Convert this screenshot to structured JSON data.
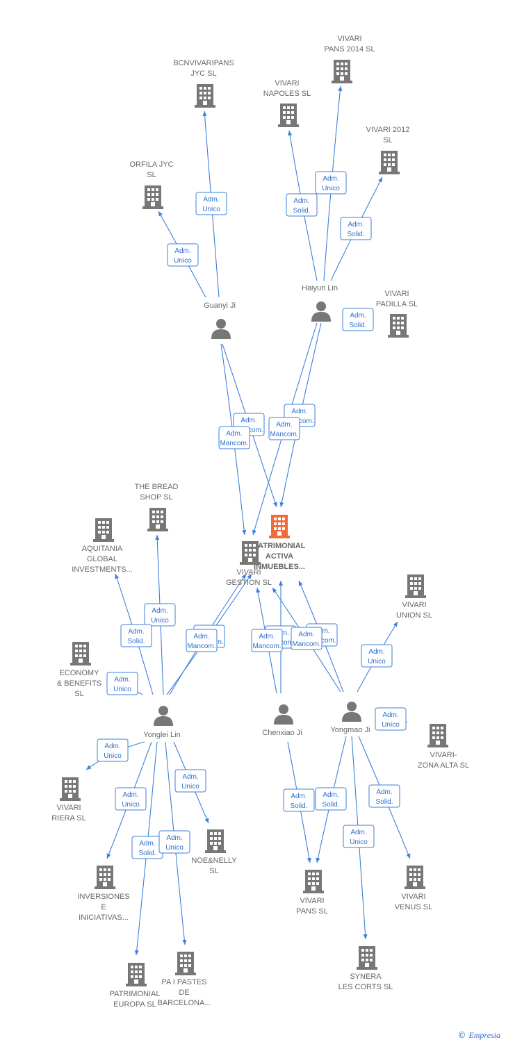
{
  "colors": {
    "company": "#777777",
    "focus": "#f26b3a",
    "person": "#777777",
    "edge": "#3d7fd9"
  },
  "nodes": [
    {
      "id": "patrimonial_activa",
      "type": "company",
      "focus": true,
      "label": [
        "PATRIMONIAL",
        "ACTIVA",
        "INMUEBLES..."
      ]
    },
    {
      "id": "vivari_gestion",
      "type": "company",
      "label": [
        "VIVARI",
        "GESTION  SL"
      ]
    },
    {
      "id": "guanyi_ji",
      "type": "person",
      "label": [
        "Guanyi Ji"
      ]
    },
    {
      "id": "haiyun_lin",
      "type": "person",
      "label": [
        "Haiyun Lin"
      ]
    },
    {
      "id": "yonglei_lin",
      "type": "person",
      "label": [
        "Yonglei Lin"
      ]
    },
    {
      "id": "chenxiao_ji",
      "type": "person",
      "label": [
        "Chenxiao Ji"
      ]
    },
    {
      "id": "yongmao_ji",
      "type": "person",
      "label": [
        "Yongmao Ji"
      ]
    },
    {
      "id": "bcnvivaripans",
      "type": "company",
      "label": [
        "BCNVIVARIPANS",
        "JYC  SL"
      ]
    },
    {
      "id": "orfila_jyc",
      "type": "company",
      "label": [
        "ORFILA JYC",
        "SL"
      ]
    },
    {
      "id": "vivari_pans_2014",
      "type": "company",
      "label": [
        "VIVARI",
        "PANS 2014  SL"
      ]
    },
    {
      "id": "vivari_napoles",
      "type": "company",
      "label": [
        "VIVARI",
        "NAPOLES  SL"
      ]
    },
    {
      "id": "vivari_2012",
      "type": "company",
      "label": [
        "VIVARI 2012",
        "SL"
      ]
    },
    {
      "id": "vivari_padilla",
      "type": "company",
      "label": [
        "VIVARI",
        "PADILLA  SL"
      ]
    },
    {
      "id": "the_bread_shop",
      "type": "company",
      "label": [
        "THE BREAD",
        "SHOP  SL"
      ]
    },
    {
      "id": "aquitania",
      "type": "company",
      "label": [
        "AQUITANIA",
        "GLOBAL",
        "INVESTMENTS..."
      ]
    },
    {
      "id": "economy_benefits",
      "type": "company",
      "label": [
        "ECONOMY",
        "& BENEFITS",
        "SL"
      ]
    },
    {
      "id": "vivari_union",
      "type": "company",
      "label": [
        "VIVARI",
        "UNION  SL"
      ]
    },
    {
      "id": "vivari_zona_alta",
      "type": "company",
      "label": [
        "VIVARI-",
        "ZONA ALTA  SL"
      ]
    },
    {
      "id": "vivari_riera",
      "type": "company",
      "label": [
        "VIVARI",
        "RIERA  SL"
      ]
    },
    {
      "id": "noe_nelly",
      "type": "company",
      "label": [
        "NOE&NELLY",
        "SL"
      ]
    },
    {
      "id": "inversiones",
      "type": "company",
      "label": [
        "INVERSIONES",
        "E",
        "INICIATIVAS..."
      ]
    },
    {
      "id": "patrimonial_europa",
      "type": "company",
      "label": [
        "PATRIMONIAL",
        "EUROPA  SL"
      ]
    },
    {
      "id": "pa_i_pastes",
      "type": "company",
      "label": [
        "PA I PASTES",
        "DE",
        "BARCELONA..."
      ]
    },
    {
      "id": "vivari_pans",
      "type": "company",
      "label": [
        "VIVARI",
        "PANS SL"
      ]
    },
    {
      "id": "synera",
      "type": "company",
      "label": [
        "SYNERA",
        "LES CORTS  SL"
      ]
    },
    {
      "id": "vivari_venus",
      "type": "company",
      "label": [
        "VIVARI",
        "VENUS  SL"
      ]
    }
  ],
  "edges": [
    {
      "from": "guanyi_ji",
      "to": "bcnvivaripans",
      "label": [
        "Adm.",
        "Unico"
      ]
    },
    {
      "from": "guanyi_ji",
      "to": "orfila_jyc",
      "label": [
        "Adm.",
        "Unico"
      ]
    },
    {
      "from": "haiyun_lin",
      "to": "vivari_pans_2014",
      "label": [
        "Adm.",
        "Unico"
      ]
    },
    {
      "from": "haiyun_lin",
      "to": "vivari_napoles",
      "label": [
        "Adm.",
        "Solid."
      ]
    },
    {
      "from": "haiyun_lin",
      "to": "vivari_2012",
      "label": [
        "Adm.",
        "Solid."
      ]
    },
    {
      "from": "haiyun_lin",
      "to": "vivari_padilla",
      "label": [
        "Adm.",
        "Solid."
      ]
    },
    {
      "from": "guanyi_ji",
      "to": "patrimonial_activa",
      "label": [
        "Adm.",
        "Mancom."
      ]
    },
    {
      "from": "guanyi_ji",
      "to": "vivari_gestion",
      "label": [
        "Adm.",
        "Mancom."
      ]
    },
    {
      "from": "haiyun_lin",
      "to": "patrimonial_activa",
      "label": [
        "Adm.",
        "Mancom."
      ]
    },
    {
      "from": "haiyun_lin",
      "to": "vivari_gestion",
      "label": [
        "Adm.",
        "Mancom."
      ]
    },
    {
      "from": "yonglei_lin",
      "to": "the_bread_shop",
      "label": [
        "Adm.",
        "Unico"
      ]
    },
    {
      "from": "yonglei_lin",
      "to": "aquitania",
      "label": [
        "Adm.",
        "Solid."
      ]
    },
    {
      "from": "yonglei_lin",
      "to": "economy_benefits",
      "label": [
        "Adm.",
        "Unico"
      ]
    },
    {
      "from": "yonglei_lin",
      "to": "patrimonial_activa",
      "label": [
        "Adm.",
        "Mancom."
      ]
    },
    {
      "from": "yonglei_lin",
      "to": "vivari_gestion",
      "label": [
        "Adm.",
        "Mancom."
      ]
    },
    {
      "from": "chenxiao_ji",
      "to": "patrimonial_activa",
      "label": [
        "Adm.",
        "Mancom."
      ]
    },
    {
      "from": "chenxiao_ji",
      "to": "vivari_gestion",
      "label": [
        "Adm.",
        "Mancom."
      ]
    },
    {
      "from": "yongmao_ji",
      "to": "patrimonial_activa",
      "label": [
        "Adm.",
        "Mancom."
      ]
    },
    {
      "from": "yongmao_ji",
      "to": "vivari_gestion",
      "label": [
        "Adm.",
        "Mancom."
      ]
    },
    {
      "from": "yongmao_ji",
      "to": "vivari_union",
      "label": [
        "Adm.",
        "Unico"
      ]
    },
    {
      "from": "yongmao_ji",
      "to": "vivari_zona_alta",
      "label": [
        "Adm.",
        "Unico"
      ]
    },
    {
      "from": "yonglei_lin",
      "to": "vivari_riera",
      "label": [
        "Adm.",
        "Unico"
      ]
    },
    {
      "from": "yonglei_lin",
      "to": "noe_nelly",
      "label": [
        "Adm.",
        "Unico"
      ]
    },
    {
      "from": "yonglei_lin",
      "to": "inversiones",
      "label": [
        "Adm.",
        "Unico"
      ]
    },
    {
      "from": "yonglei_lin",
      "to": "patrimonial_europa",
      "label": [
        "Adm.",
        "Solid."
      ]
    },
    {
      "from": "yonglei_lin",
      "to": "pa_i_pastes",
      "label": [
        "Adm.",
        "Unico"
      ]
    },
    {
      "from": "chenxiao_ji",
      "to": "vivari_pans",
      "label": [
        "Adm.",
        "Solid."
      ]
    },
    {
      "from": "yongmao_ji",
      "to": "vivari_pans",
      "label": [
        "Adm.",
        "Solid."
      ]
    },
    {
      "from": "yongmao_ji",
      "to": "synera",
      "label": [
        "Adm.",
        "Unico"
      ]
    },
    {
      "from": "yongmao_ji",
      "to": "vivari_venus",
      "label": [
        "Adm.",
        "Solid."
      ]
    }
  ],
  "footer": {
    "copyright": "©",
    "brand": "Empresia"
  }
}
